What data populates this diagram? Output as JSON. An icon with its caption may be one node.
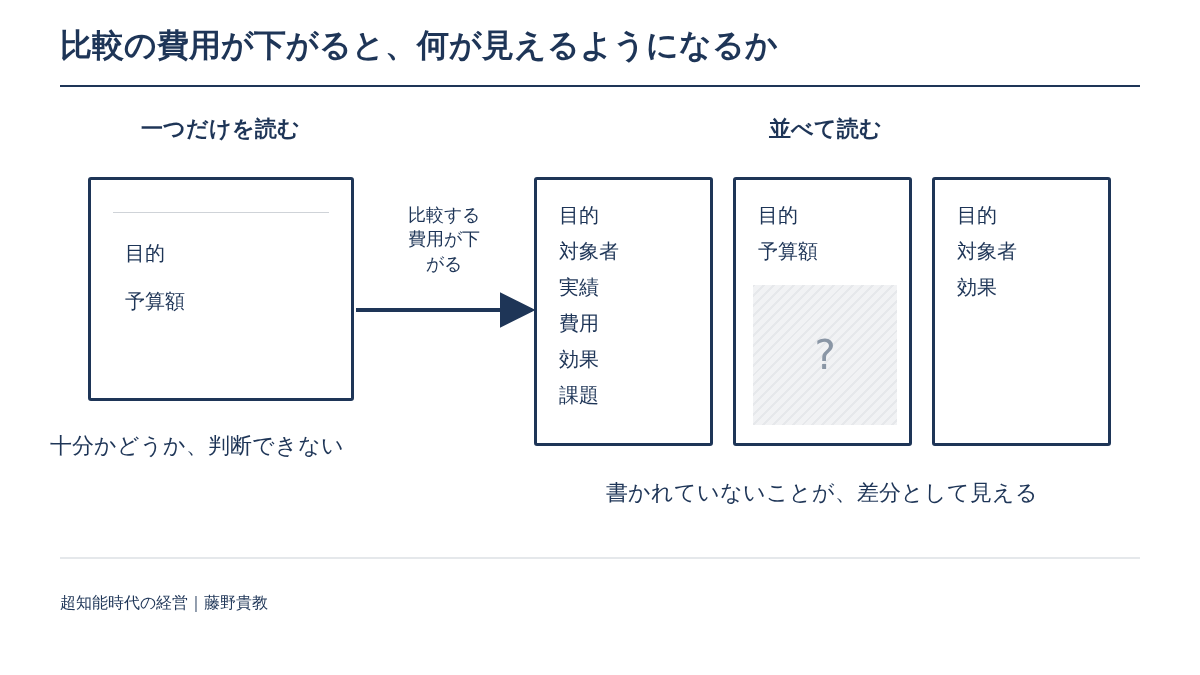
{
  "diagram": {
    "title": "比較の費用が下がると、何が見えるようになるか",
    "nodes": [
      {
        "text": [
          "目的",
          "予算額"
        ],
        "beside": [
          "十分かどうか、判断できない"
        ]
      },
      {
        "text": [
          "目的",
          "対象者",
          "実績",
          "費用",
          "効果",
          "課題"
        ]
      },
      {
        "text": [
          "目的",
          "予算額"
        ]
      },
      {
        "text": [
          "?"
        ],
        "in": 2
      },
      {
        "text": [
          "目的",
          "対象者",
          "効果"
        ]
      }
    ],
    "edges": [
      {
        "from": 0,
        "to": 1,
        "arrow": "to",
        "label": "比較する費用が下がる"
      }
    ],
    "labels": [
      "一つだけを読む",
      "並べて読む",
      "書かれていないことが、差分として見える",
      "超知能時代の経営｜藤野貴教"
    ]
  }
}
